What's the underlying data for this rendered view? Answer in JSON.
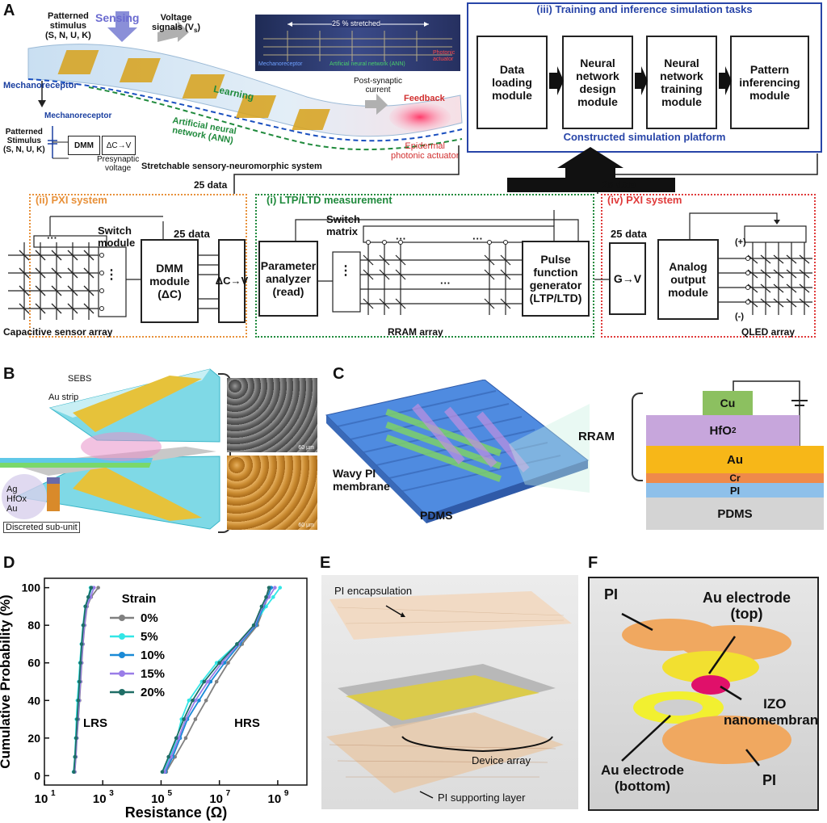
{
  "panels": {
    "a": "A",
    "b": "B",
    "c": "C",
    "d": "D",
    "e": "E",
    "f": "F"
  },
  "panelA": {
    "stim": [
      "Patterned",
      "stimulus",
      "(S, N, U, K)"
    ],
    "sensing": "Sensing",
    "voltage": [
      "Voltage",
      "signals (V",
      ")"
    ],
    "voltage_sub": "s",
    "mechanoreceptor": "Mechanoreceptor",
    "learning": "Learning",
    "ann": [
      "Artificial neural",
      "network (ANN)"
    ],
    "postsyn": [
      "Post-synaptic",
      "current"
    ],
    "feedback": "Feedback",
    "epidermal": [
      "Epidermal",
      "photonic actuator"
    ],
    "stretchable": "Stretchable  sensory-neuromorphic system",
    "inset_mechano": "Mechanoreceptor",
    "inset_stim": [
      "Patterned",
      "Stimulus",
      "(S, N, U, K)"
    ],
    "inset_dmm": "DMM",
    "inset_dcv": "ΔC→V",
    "inset_presyn": [
      "Presynaptic",
      "voltage"
    ],
    "photo_stretch": "25 % stretched",
    "photo_mech": "Mechanoreceptor",
    "photo_ann": "Artificial neural network (ANN)",
    "photo_phot": [
      "Photonic",
      "actuator"
    ],
    "training_title": "(iii)  Training and inference simulation tasks",
    "modules": [
      [
        "Data",
        "loading",
        "module"
      ],
      [
        "Neural",
        "network",
        "design",
        "module"
      ],
      [
        "Neural",
        "network",
        "training",
        "module"
      ],
      [
        "Pattern",
        "inferencing",
        "module"
      ]
    ],
    "platform": "Constructed simulation platform",
    "data25_left": "25 data",
    "data25_right": "25 data",
    "pxi_ii": "(ii) PXI system",
    "switch_module": [
      "Switch",
      "module"
    ],
    "data25_ii": "25 data",
    "dmm_module": [
      "DMM",
      "module",
      "(ΔC)"
    ],
    "dcv": "ΔC→V",
    "cap_array": "Capacitive sensor array",
    "ltp_title": "(i)  LTP/LTD measurement",
    "switch_matrix": [
      "Switch",
      "matrix"
    ],
    "param_analyzer": [
      "Parameter",
      "analyzer",
      "(read)"
    ],
    "pulse_gen": [
      "Pulse",
      "function",
      "generator",
      "(LTP/LTD)"
    ],
    "rram_array": "RRAM array",
    "pxi_iv": "(iv) PXI system",
    "data25_iv": "25 data",
    "gv": "G→V",
    "analog": [
      "Analog",
      "output",
      "module"
    ],
    "plus": "(+)",
    "minus": "(-)",
    "qled": "QLED array",
    "dots": "···",
    "vdots": "⋮"
  },
  "panelB": {
    "sebs": "SEBS",
    "au_strip": "Au strip",
    "ag": "Ag",
    "hfox": "HfOx",
    "au": "Au",
    "discreted": "Discreted sub-unit",
    "scale1": "60 μm",
    "scale2": "60 μm"
  },
  "panelC": {
    "wavy": [
      "Wavy PI",
      "membrane"
    ],
    "pdms_label": "PDMS",
    "rram": "RRAM",
    "layers": [
      "Cu",
      "HfO",
      "Au",
      "Cr",
      "PI",
      "PDMS"
    ],
    "hfo_sub": "2"
  },
  "panelE": {
    "encap": "PI encapsulation",
    "device": "Device array",
    "support": "PI supporting layer"
  },
  "panelF": {
    "pi_top": "PI",
    "au_top": [
      "Au electrode",
      "(top)"
    ],
    "izo": [
      "IZO",
      "nanomembrane"
    ],
    "au_bottom": [
      "Au electrode",
      "(bottom)"
    ],
    "pi_bottom": "PI"
  },
  "chart_data": {
    "type": "scatter",
    "title": "",
    "xlabel": "Resistance (Ω)",
    "ylabel": "Cumulative Probability (%)",
    "xscale": "log",
    "xlim": [
      10,
      10000000000.0
    ],
    "ylim": [
      -5,
      105
    ],
    "xticks": [
      "10",
      "10",
      "10",
      "10",
      "10"
    ],
    "xtick_exp": [
      "1",
      "3",
      "5",
      "7",
      "9"
    ],
    "yticks": [
      0,
      20,
      40,
      60,
      80,
      100
    ],
    "legend_title": "Strain",
    "legend_position": "top-left",
    "annotations": [
      "LRS",
      "HRS"
    ],
    "series": [
      {
        "name": "0%",
        "color": "#808080",
        "lrs": [
          [
            110,
            2
          ],
          [
            120,
            10
          ],
          [
            130,
            20
          ],
          [
            145,
            30
          ],
          [
            160,
            40
          ],
          [
            175,
            50
          ],
          [
            190,
            60
          ],
          [
            210,
            70
          ],
          [
            240,
            80
          ],
          [
            290,
            90
          ],
          [
            400,
            95
          ],
          [
            700,
            100
          ]
        ],
        "hrs": [
          [
            150000,
            2
          ],
          [
            300000,
            10
          ],
          [
            700000,
            20
          ],
          [
            1500000,
            30
          ],
          [
            3500000,
            40
          ],
          [
            8000000,
            50
          ],
          [
            20000000,
            60
          ],
          [
            60000000,
            70
          ],
          [
            200000000,
            80
          ],
          [
            350000000,
            90
          ],
          [
            450000000,
            95
          ],
          [
            550000000,
            100
          ]
        ]
      },
      {
        "name": "5%",
        "color": "#33e6e6",
        "lrs": [
          [
            100,
            2
          ],
          [
            110,
            10
          ],
          [
            118,
            20
          ],
          [
            125,
            30
          ],
          [
            135,
            40
          ],
          [
            150,
            50
          ],
          [
            165,
            60
          ],
          [
            185,
            70
          ],
          [
            210,
            80
          ],
          [
            250,
            90
          ],
          [
            320,
            95
          ],
          [
            380,
            100
          ]
        ],
        "hrs": [
          [
            120000,
            2
          ],
          [
            200000,
            10
          ],
          [
            350000,
            20
          ],
          [
            500000,
            30
          ],
          [
            900000,
            40
          ],
          [
            2500000,
            50
          ],
          [
            8000000,
            60
          ],
          [
            40000000,
            70
          ],
          [
            150000000,
            80
          ],
          [
            400000000,
            90
          ],
          [
            700000000,
            95
          ],
          [
            1200000000,
            100
          ]
        ]
      },
      {
        "name": "10%",
        "color": "#1a8ad6",
        "lrs": [
          [
            105,
            2
          ],
          [
            115,
            10
          ],
          [
            125,
            20
          ],
          [
            135,
            30
          ],
          [
            148,
            40
          ],
          [
            160,
            50
          ],
          [
            175,
            60
          ],
          [
            195,
            70
          ],
          [
            220,
            80
          ],
          [
            260,
            90
          ],
          [
            330,
            95
          ],
          [
            420,
            100
          ]
        ],
        "hrs": [
          [
            140000,
            2
          ],
          [
            250000,
            10
          ],
          [
            450000,
            20
          ],
          [
            800000,
            30
          ],
          [
            2000000,
            40
          ],
          [
            5000000,
            50
          ],
          [
            15000000,
            60
          ],
          [
            50000000,
            70
          ],
          [
            180000000,
            80
          ],
          [
            320000000,
            90
          ],
          [
            450000000,
            95
          ],
          [
            600000000,
            100
          ]
        ]
      },
      {
        "name": "15%",
        "color": "#9a7de8",
        "lrs": [
          [
            108,
            2
          ],
          [
            118,
            10
          ],
          [
            128,
            20
          ],
          [
            140,
            30
          ],
          [
            155,
            40
          ],
          [
            170,
            50
          ],
          [
            185,
            60
          ],
          [
            205,
            70
          ],
          [
            235,
            80
          ],
          [
            280,
            90
          ],
          [
            380,
            95
          ],
          [
            500,
            100
          ]
        ],
        "hrs": [
          [
            130000,
            2
          ],
          [
            220000,
            10
          ],
          [
            400000,
            20
          ],
          [
            700000,
            30
          ],
          [
            1500000,
            40
          ],
          [
            4000000,
            50
          ],
          [
            12000000,
            60
          ],
          [
            45000000,
            70
          ],
          [
            160000000,
            80
          ],
          [
            300000000,
            90
          ],
          [
            500000000,
            95
          ],
          [
            800000000,
            100
          ]
        ]
      },
      {
        "name": "20%",
        "color": "#1f6e66",
        "lrs": [
          [
            102,
            2
          ],
          [
            112,
            10
          ],
          [
            122,
            20
          ],
          [
            132,
            30
          ],
          [
            145,
            40
          ],
          [
            158,
            50
          ],
          [
            172,
            60
          ],
          [
            190,
            70
          ],
          [
            215,
            80
          ],
          [
            255,
            90
          ],
          [
            320,
            95
          ],
          [
            400,
            100
          ]
        ],
        "hrs": [
          [
            110000,
            2
          ],
          [
            180000,
            10
          ],
          [
            330000,
            20
          ],
          [
            600000,
            30
          ],
          [
            1200000,
            40
          ],
          [
            3000000,
            50
          ],
          [
            10000000,
            60
          ],
          [
            40000000,
            70
          ],
          [
            150000000,
            80
          ],
          [
            280000000,
            90
          ],
          [
            400000000,
            95
          ],
          [
            500000000,
            100
          ]
        ]
      }
    ]
  }
}
